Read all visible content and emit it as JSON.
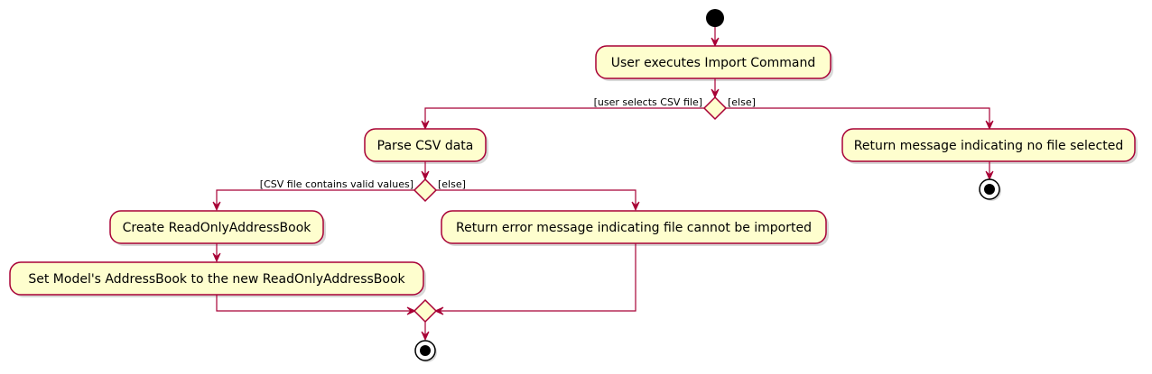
{
  "activities": {
    "user_executes": "User executes Import Command",
    "parse_csv": "Parse CSV data",
    "return_no_file": "Return message indicating no file selected",
    "create_readonly": "Create ReadOnlyAddressBook",
    "return_error": "Return error message indicating file cannot be imported",
    "set_model": "Set Model's AddressBook to the new ReadOnlyAddressBook"
  },
  "guards": {
    "user_selects_csv": "[user selects CSV file]",
    "else_1": "[else]",
    "csv_valid": "[CSV file contains valid values]",
    "else_2": "[else]"
  },
  "colors": {
    "activity_fill": "#FEFECE",
    "border": "#A80036",
    "start_node": "#000000"
  }
}
